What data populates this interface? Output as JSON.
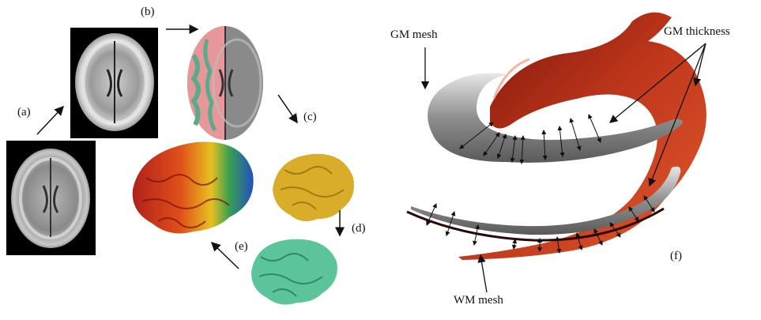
{
  "labels": {
    "a": "(a)",
    "b": "(b)",
    "c": "(c)",
    "d": "(d)",
    "e": "(e)",
    "f": "(f)",
    "gm_mesh": "GM mesh",
    "gm_thickness": "GM thickness",
    "wm_mesh": "WM mesh"
  },
  "colors": {
    "segmentation_pink": "#e7969a",
    "segmentation_green": "#5bab8a",
    "surface_yellow": "#d9ad2a",
    "surface_green": "#5bc49a",
    "gm_mesh_red": "#b8321e",
    "wm_mesh_gray": "#9a9a9a"
  }
}
